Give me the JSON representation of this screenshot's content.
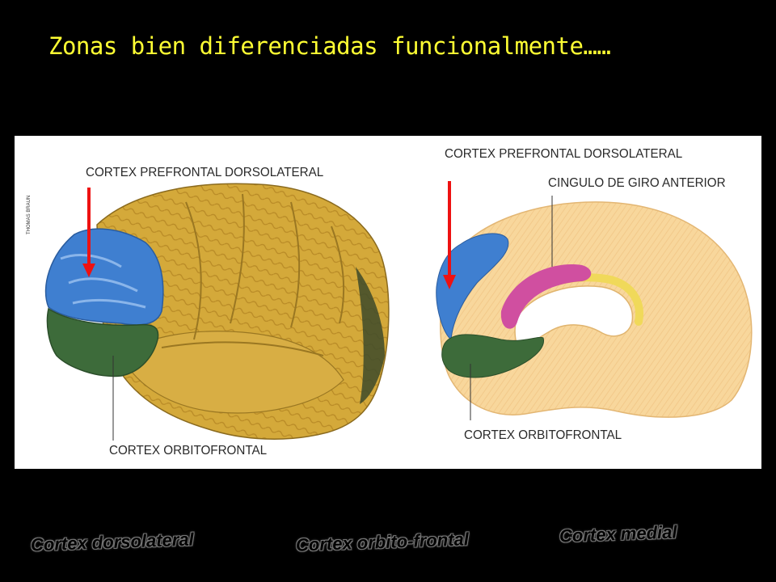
{
  "slide": {
    "title": "Zonas bien diferenciadas funcionalmente……"
  },
  "lateral_view": {
    "label_dorsolateral": "CORTEX PREFRONTAL DORSOLATERAL",
    "label_orbitofrontal": "CORTEX ORBITOFRONTAL",
    "credit": "THOMAS BRAUN"
  },
  "medial_view": {
    "label_dorsolateral": "CORTEX PREFRONTAL DORSOLATERAL",
    "label_cingulate": "CINGULO DE GIRO ANTERIOR",
    "label_orbitofrontal": "CORTEX ORBITOFRONTAL"
  },
  "captions": {
    "dorsolateral": "Cortex dorsolateral",
    "orbitofrontal": "Cortex orbito-frontal",
    "medial": "Cortex medial"
  },
  "colors": {
    "background": "#000000",
    "title": "#ffff33",
    "panel": "#ffffff",
    "lobe_gold": "#d4a93a",
    "dorsolateral_blue": "#3f7fd0",
    "orbitofrontal_green": "#3d6b3a",
    "medial_peach": "#f8d79c",
    "cingulate_magenta": "#d04fa0",
    "callosum_yellow": "#f0d95a",
    "arrow_red": "#ee1111"
  }
}
